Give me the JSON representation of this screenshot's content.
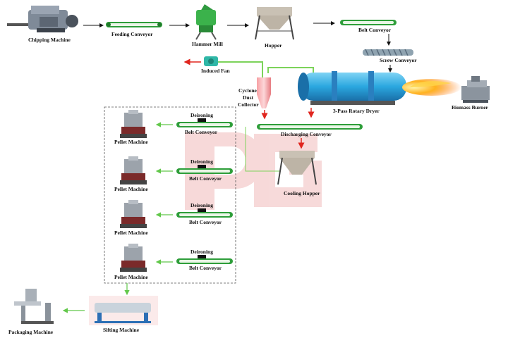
{
  "diagram": {
    "labels": {
      "chipping_machine": "Chipping Machine",
      "feeding_conveyor": "Feeding Conveyor",
      "hammer_mill": "Hammer Mill",
      "hopper": "Hopper",
      "belt_conveyor_top": "Belt Conveyor",
      "screw_conveyor": "Screw Conveyor",
      "induced_fan": "Induced Fan",
      "cyclone_line1": "Cyclone",
      "cyclone_line2": "Dust",
      "cyclone_line3": "Collector",
      "rotary_dryer": "3-Pass Rotary Dryer",
      "biomass_burner": "Biomass Burner",
      "discharging_conveyor": "Discharging Conveyor",
      "cooling_hopper": "Cooling Hopper",
      "deironing": "Deironing",
      "belt_conveyor": "Belt Conveyor",
      "pellet_machine": "Pellet Machine",
      "sifting_machine": "Sifting Machine",
      "packaging_machine": "Packaging Machine"
    },
    "colors": {
      "flow_arrow": "#111111",
      "air_duct": "#7cd35a",
      "hot_air": "#e0261f",
      "conveyor_green": "#2e9e3a",
      "dryer_blue": "#2aa7df",
      "watermark": "#f6d3d3"
    }
  }
}
